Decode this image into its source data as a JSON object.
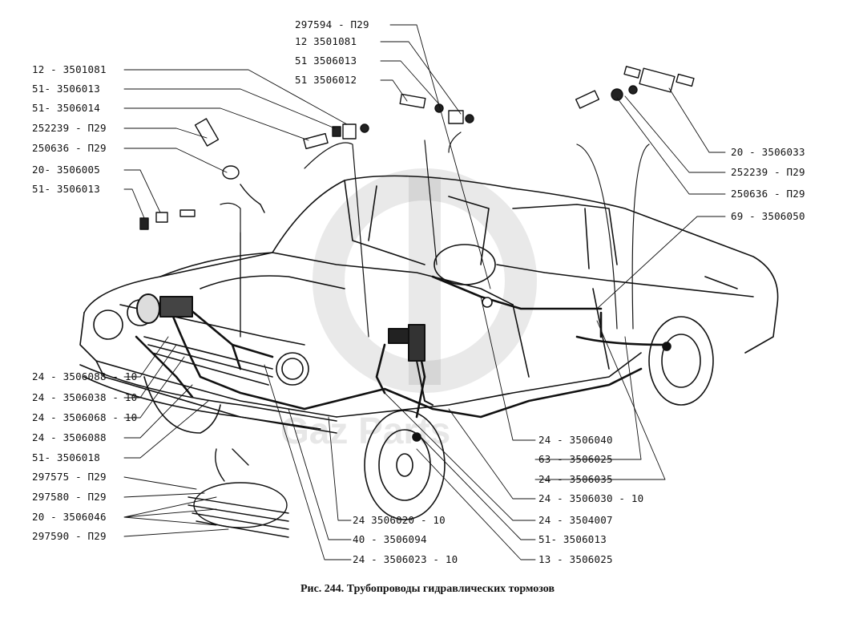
{
  "figure": {
    "caption": "Рис. 244. Трубопроводы гидравлических тормозов",
    "subject": "GAZ-24 Volga hydraulic brake pipelines",
    "watermark": "Gaz Parts",
    "labels_top": [
      "297594 - П29",
      "12 3501081",
      "51 3506013",
      "51 3506012"
    ],
    "labels_left_upper": [
      "12 - 3501081",
      "51- 3506013",
      "51- 3506014",
      "252239 - П29",
      "250636 - П29",
      "20- 3506005",
      "51- 3506013"
    ],
    "labels_right_upper": [
      "20 - 3506033",
      "252239 - П29",
      "250636 - П29",
      "69 - 3506050"
    ],
    "labels_left_lower": [
      "24 - 3506088 - 10",
      "24 - 3506038 - 10",
      "24 - 3506068 - 10",
      "24 - 3506088",
      "51- 3506018",
      "297575 - П29",
      "297580 - П29",
      "20 - 3506046",
      "297590 - П29"
    ],
    "labels_bottom": [
      "24 3506020 - 10",
      "40 - 3506094",
      "24 - 3506023 - 10"
    ],
    "labels_right_lower": [
      "24 - 3506040",
      "63 - 3506025",
      "24 - 3506035",
      "24 - 3506030 - 10",
      "24 - 3504007",
      "51- 3506013",
      "13 - 3506025"
    ]
  }
}
